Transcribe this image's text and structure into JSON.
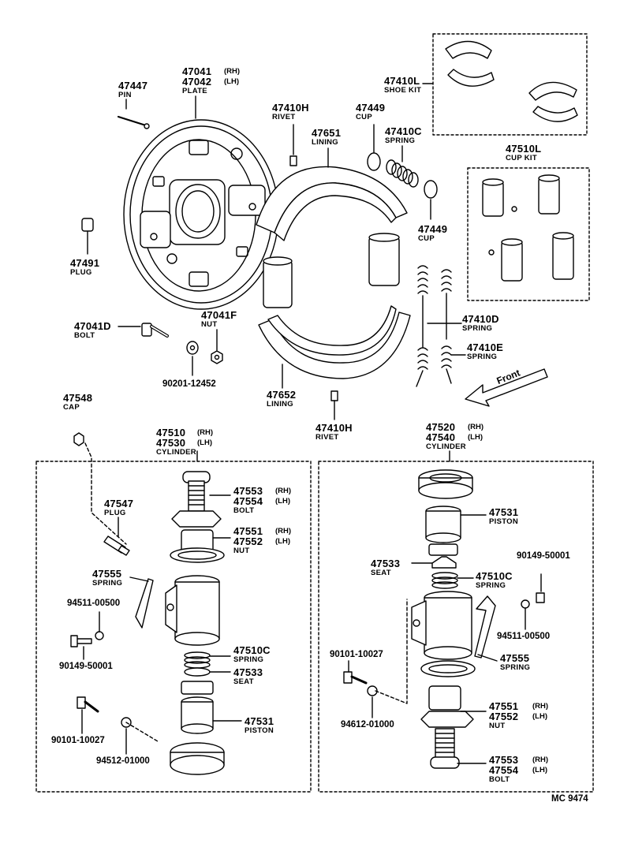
{
  "labels": {
    "pin": {
      "num": "47447",
      "name": "PIN"
    },
    "plate": {
      "num_rh": "47041",
      "rh": "(RH)",
      "num_lh": "47042",
      "lh": "(LH)",
      "name": "PLATE"
    },
    "rivet_top": {
      "num": "47410H",
      "name": "RIVET"
    },
    "cup_top": {
      "num": "47449",
      "name": "CUP"
    },
    "lining_top": {
      "num": "47651",
      "name": "LINING"
    },
    "spring_c_top": {
      "num": "47410C",
      "name": "SPRING"
    },
    "shoe_kit": {
      "num": "47410L",
      "name": "SHOE KIT"
    },
    "cup_kit": {
      "num": "47510L",
      "name": "CUP KIT"
    },
    "cup_mid": {
      "num": "47449",
      "name": "CUP"
    },
    "plug_top": {
      "num": "47491",
      "name": "PLUG"
    },
    "bolt_top": {
      "num": "47041D",
      "name": "BOLT"
    },
    "nut_top": {
      "num": "47041F",
      "name": "NUT"
    },
    "washer_top": {
      "num": "90201-12452"
    },
    "spring_d": {
      "num": "47410D",
      "name": "SPRING"
    },
    "spring_e": {
      "num": "47410E",
      "name": "SPRING"
    },
    "front": {
      "text": "Front"
    },
    "lining_bottom": {
      "num": "47652",
      "name": "LINING"
    },
    "rivet_bottom": {
      "num": "47410H",
      "name": "RIVET"
    },
    "cap": {
      "num": "47548",
      "name": "CAP"
    },
    "cyl_left": {
      "num_rh": "47510",
      "rh": "(RH)",
      "num_lh": "47530",
      "lh": "(LH)",
      "name": "CYLINDER"
    },
    "cyl_right": {
      "num_rh": "47520",
      "rh": "(RH)",
      "num_lh": "47540",
      "lh": "(LH)",
      "name": "CYLINDER"
    },
    "plug_left": {
      "num": "47547",
      "name": "PLUG"
    },
    "bolt_left": {
      "num_rh": "47553",
      "rh": "(RH)",
      "num_lh": "47554",
      "lh": "(LH)",
      "name": "BOLT"
    },
    "nut_left": {
      "num_rh": "47551",
      "rh": "(RH)",
      "num_lh": "47552",
      "lh": "(LH)",
      "name": "NUT"
    },
    "spring_left_555": {
      "num": "47555",
      "name": "SPRING"
    },
    "washer_left": {
      "num": "94511-00500"
    },
    "screw_left": {
      "num": "90149-50001"
    },
    "spring_left_510c": {
      "num": "47510C",
      "name": "SPRING"
    },
    "seat_left": {
      "num": "47533",
      "name": "SEAT"
    },
    "piston_left": {
      "num": "47531",
      "name": "PISTON"
    },
    "bolt_left_bottom": {
      "num": "90101-10027"
    },
    "nut_left_bottom": {
      "num": "94512-01000"
    },
    "piston_right": {
      "num": "47531",
      "name": "PISTON"
    },
    "seat_right": {
      "num": "47533",
      "name": "SEAT"
    },
    "spring_right_510c": {
      "num": "47510C",
      "name": "SPRING"
    },
    "screw_right": {
      "num": "90149-50001"
    },
    "washer_right": {
      "num": "94511-00500"
    },
    "spring_right_555": {
      "num": "47555",
      "name": "SPRING"
    },
    "bolt_right_bottom": {
      "num": "90101-10027"
    },
    "nut_right_bottom": {
      "num": "94612-01000"
    },
    "nut_right": {
      "num_rh": "47551",
      "rh": "(RH)",
      "num_lh": "47552",
      "lh": "(LH)",
      "name": "NUT"
    },
    "bolt_right": {
      "num_rh": "47553",
      "rh": "(RH)",
      "num_lh": "47554",
      "lh": "(LH)",
      "name": "BOLT"
    }
  },
  "footer": {
    "code": "MC 9474"
  },
  "colors": {
    "ink": "#000000",
    "paper": "#ffffff"
  }
}
